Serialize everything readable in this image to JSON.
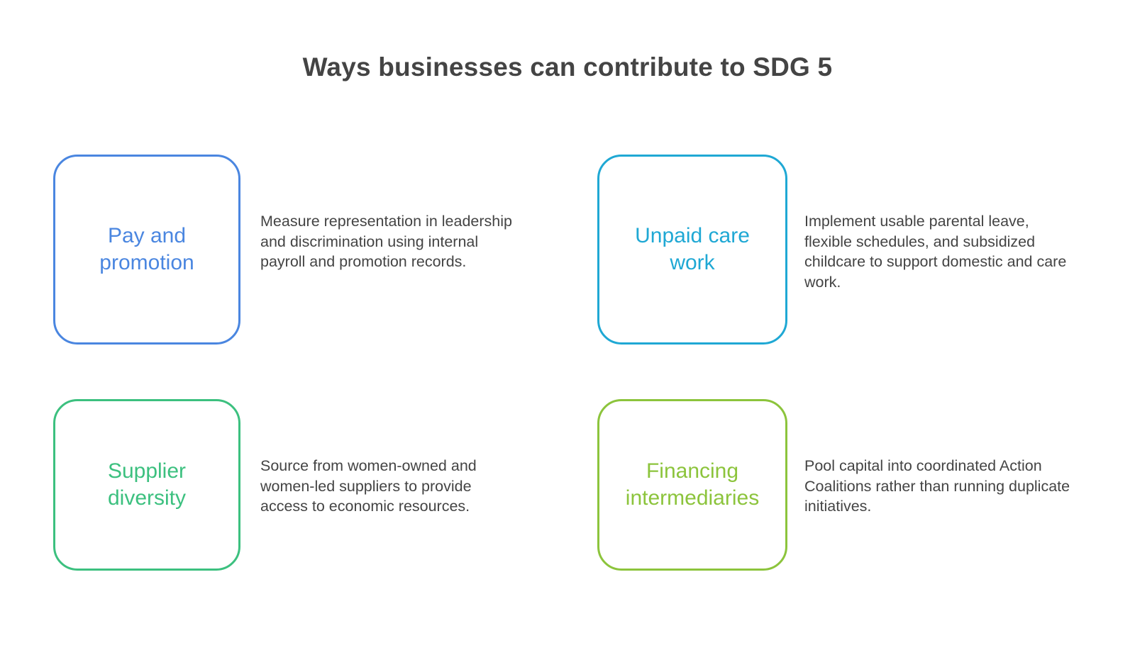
{
  "title": "Ways businesses can contribute to SDG 5",
  "items": [
    {
      "label_line1": "Pay and",
      "label_line2": "promotion",
      "color": "#4a86e0",
      "description": "Measure representation in leadership and discrimination using internal payroll and promotion records."
    },
    {
      "label_line1": "Unpaid care",
      "label_line2": "work",
      "color": "#1fa8d4",
      "description": "Implement usable parental leave, flexible schedules, and subsidized childcare to support domestic and care work."
    },
    {
      "label_line1": "Supplier",
      "label_line2": "diversity",
      "color": "#3cc07f",
      "description": "Source from women-owned and women-led suppliers to provide access to economic resources."
    },
    {
      "label_line1": "Financing",
      "label_line2": "intermediaries",
      "color": "#8cc43c",
      "description": "Pool capital into coordinated Action Coalitions rather than running duplicate initiatives."
    }
  ]
}
